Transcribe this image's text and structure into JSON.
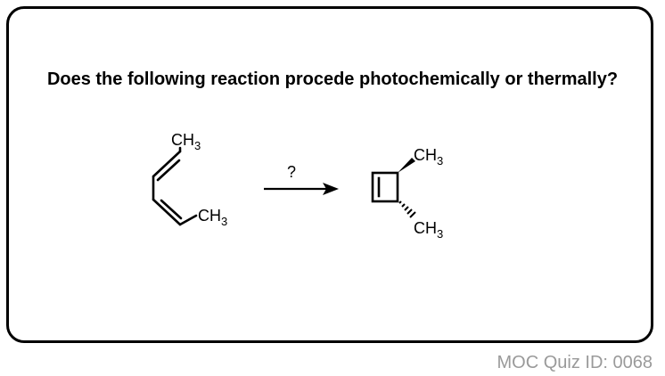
{
  "question": "Does the following reaction procede photochemically or thermally?",
  "reaction": {
    "arrow_label": "?",
    "reactant_labels": {
      "top_methyl": {
        "main": "CH",
        "sub": "3"
      },
      "bottom_methyl": {
        "main": "CH",
        "sub": "3"
      }
    },
    "product_labels": {
      "top_methyl": {
        "main": "CH",
        "sub": "3"
      },
      "bottom_methyl": {
        "main": "CH",
        "sub": "3"
      }
    }
  },
  "footer": "MOC Quiz ID: 0068",
  "colors": {
    "ink": "#000000",
    "footer_text": "#9a9a9a",
    "background": "#ffffff"
  }
}
